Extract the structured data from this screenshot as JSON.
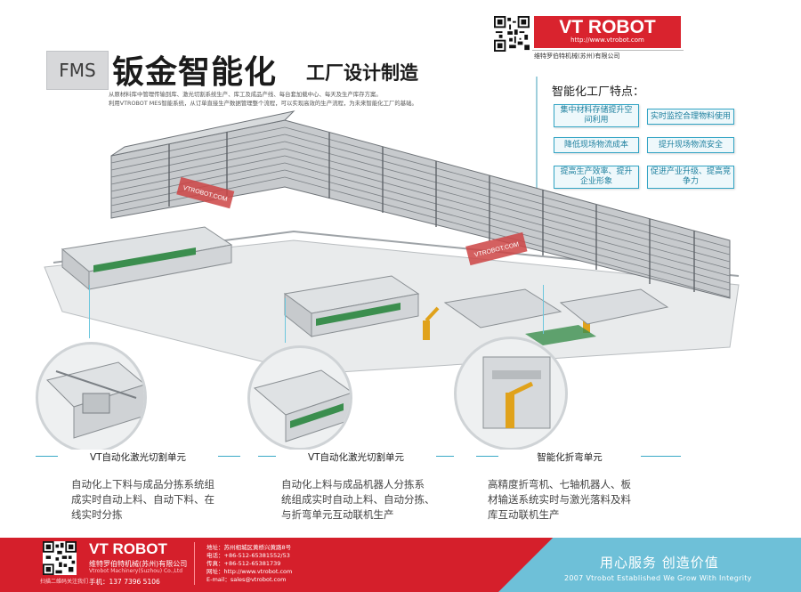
{
  "header": {
    "fms_label": "FMS",
    "title_main": "钣金智能化",
    "title_sub": "工厂设计制造",
    "intro_line1": "从原材料库中管理传输到库、激光切割系统生产、库工及成品产线、每台套加载中心、每天及生产库存方案。",
    "intro_line2": "利用VTROBOT MES智能系统，从订单直接生产数据管理整个流程，可以实现高效的生产流程，为未来智能化工厂的基础。"
  },
  "brand": {
    "name": "VT ROBOT",
    "url": "http://www.vtrobot.com",
    "company": "维特罗伯特机械(苏州)有限公司"
  },
  "features": {
    "title": "智能化工厂特点：",
    "items": [
      "集中材料存储提升空间利用",
      "实时监控合理物料使用",
      "降低现场物流成本",
      "提升现场物流安全",
      "提高生产效率、提升企业形象",
      "促进产业升级、提高竞争力"
    ]
  },
  "illustration": {
    "tower_text_1": "VTROBOT.COM",
    "tower_text_2": "VTROBOT.COM"
  },
  "units": [
    {
      "label": "VT自动化激光切割单元",
      "desc": [
        "自动化上下料与成品分拣系统组",
        "成实时自动上料、自动下料、在",
        "线实时分拣"
      ]
    },
    {
      "label": "VT自动化激光切割单元",
      "desc": [
        "自动化上料与成品机器人分拣系",
        "统组成实时自动上料、自动分拣、",
        "与折弯单元互动联机生产"
      ]
    },
    {
      "label": "智能化折弯单元",
      "desc": [
        "高精度折弯机、七轴机器人、板",
        "材输送系统实时与激光落料及料",
        "库互动联机生产"
      ]
    }
  ],
  "footer": {
    "brand": "VT ROBOT",
    "company": "维特罗伯特机械(苏州)有限公司",
    "company_en": "Vtrobot Machinery(Suzhou) Co.,Ltd",
    "mobile": "手机：137 7396 5106",
    "qr_caption": "扫描二维码关注我们",
    "contacts": [
      "地址：苏州相城区黄桥兴黄路8号",
      "电话：+86-512-65381552/53",
      "传真：+86-512-65381739",
      "网址：http://www.vtrobot.com",
      "E-mail：sales@vtrobot.com"
    ],
    "slogan": "用心服务  创造价值",
    "tagline": "2007 Vtrobot Established    We Grow With Integrity"
  },
  "colors": {
    "brand_red": "#d51f2b",
    "accent_blue": "#32a4c4",
    "footer_blue": "#6ec0d8"
  }
}
